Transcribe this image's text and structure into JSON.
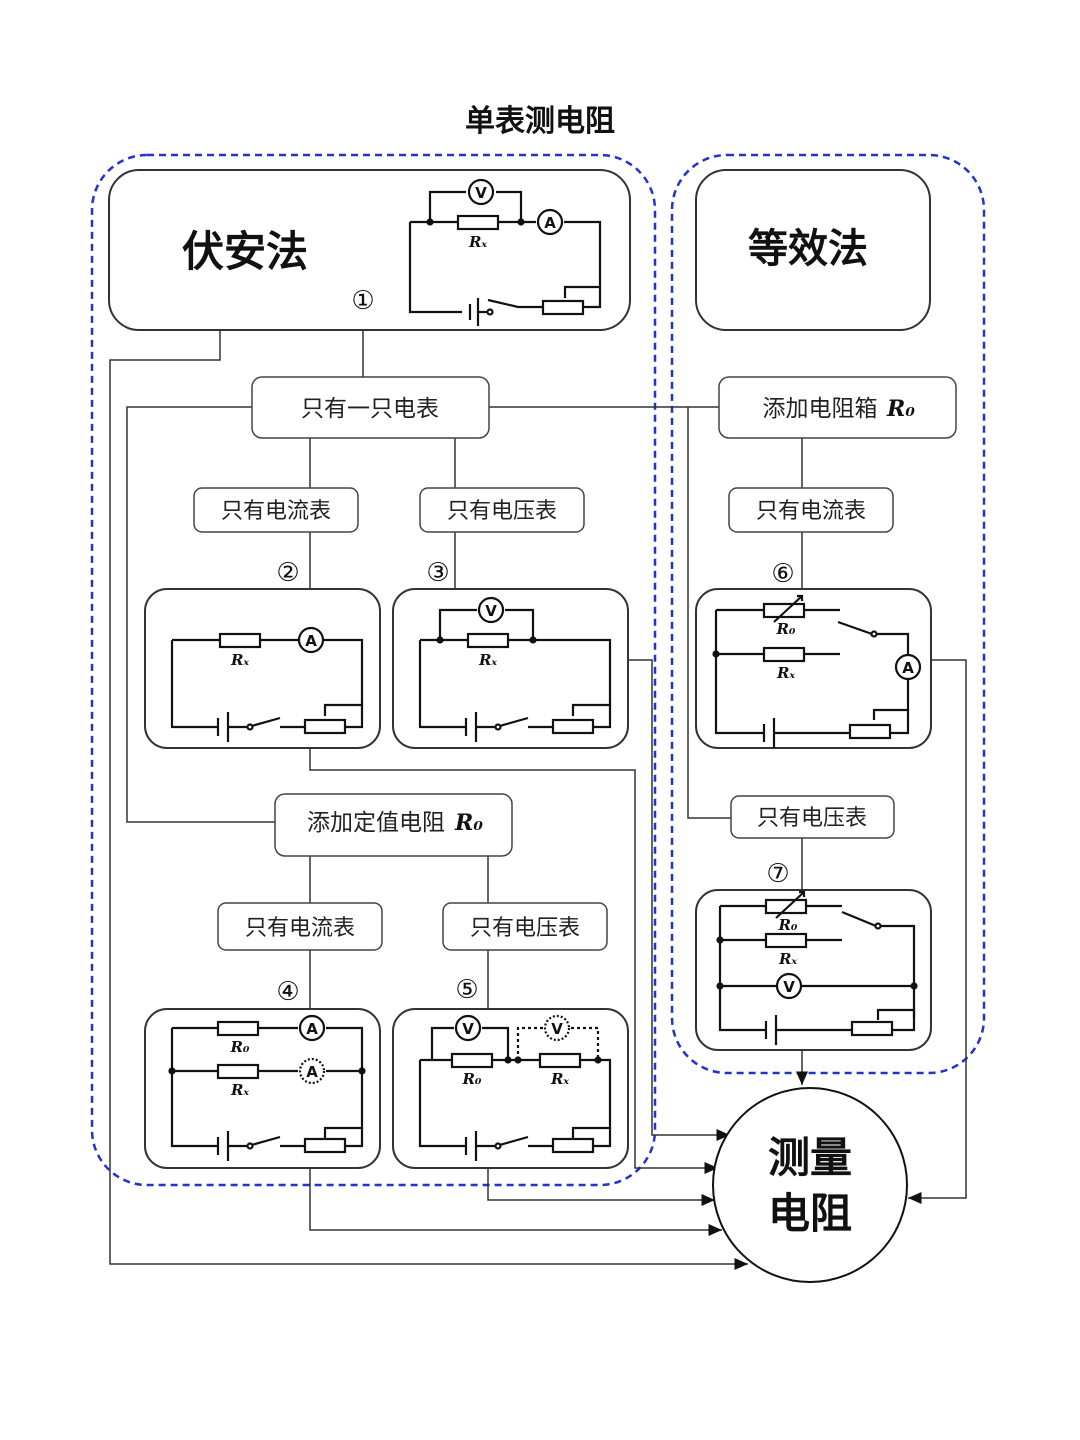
{
  "title": "单表测电阻",
  "methods": {
    "voltammetry": "伏安法",
    "equivalent": "等效法"
  },
  "nodes": {
    "one_meter": "只有一只电表",
    "add_box": "添加电阻箱",
    "add_fixed": "添加定值电阻",
    "r0": "R₀",
    "only_ammeter": "只有电流表",
    "only_voltmeter": "只有电压表"
  },
  "circle_nums": [
    "①",
    "②",
    "③",
    "④",
    "⑤",
    "⑥",
    "⑦"
  ],
  "result": {
    "line1": "测量",
    "line2": "电阻"
  },
  "symbols": {
    "rx": "Rₓ",
    "r0": "R₀",
    "ammeter": "A",
    "voltmeter": "V"
  },
  "colors": {
    "dashed_group": "#2233cc",
    "line": "#111111",
    "box_border": "#444444"
  }
}
